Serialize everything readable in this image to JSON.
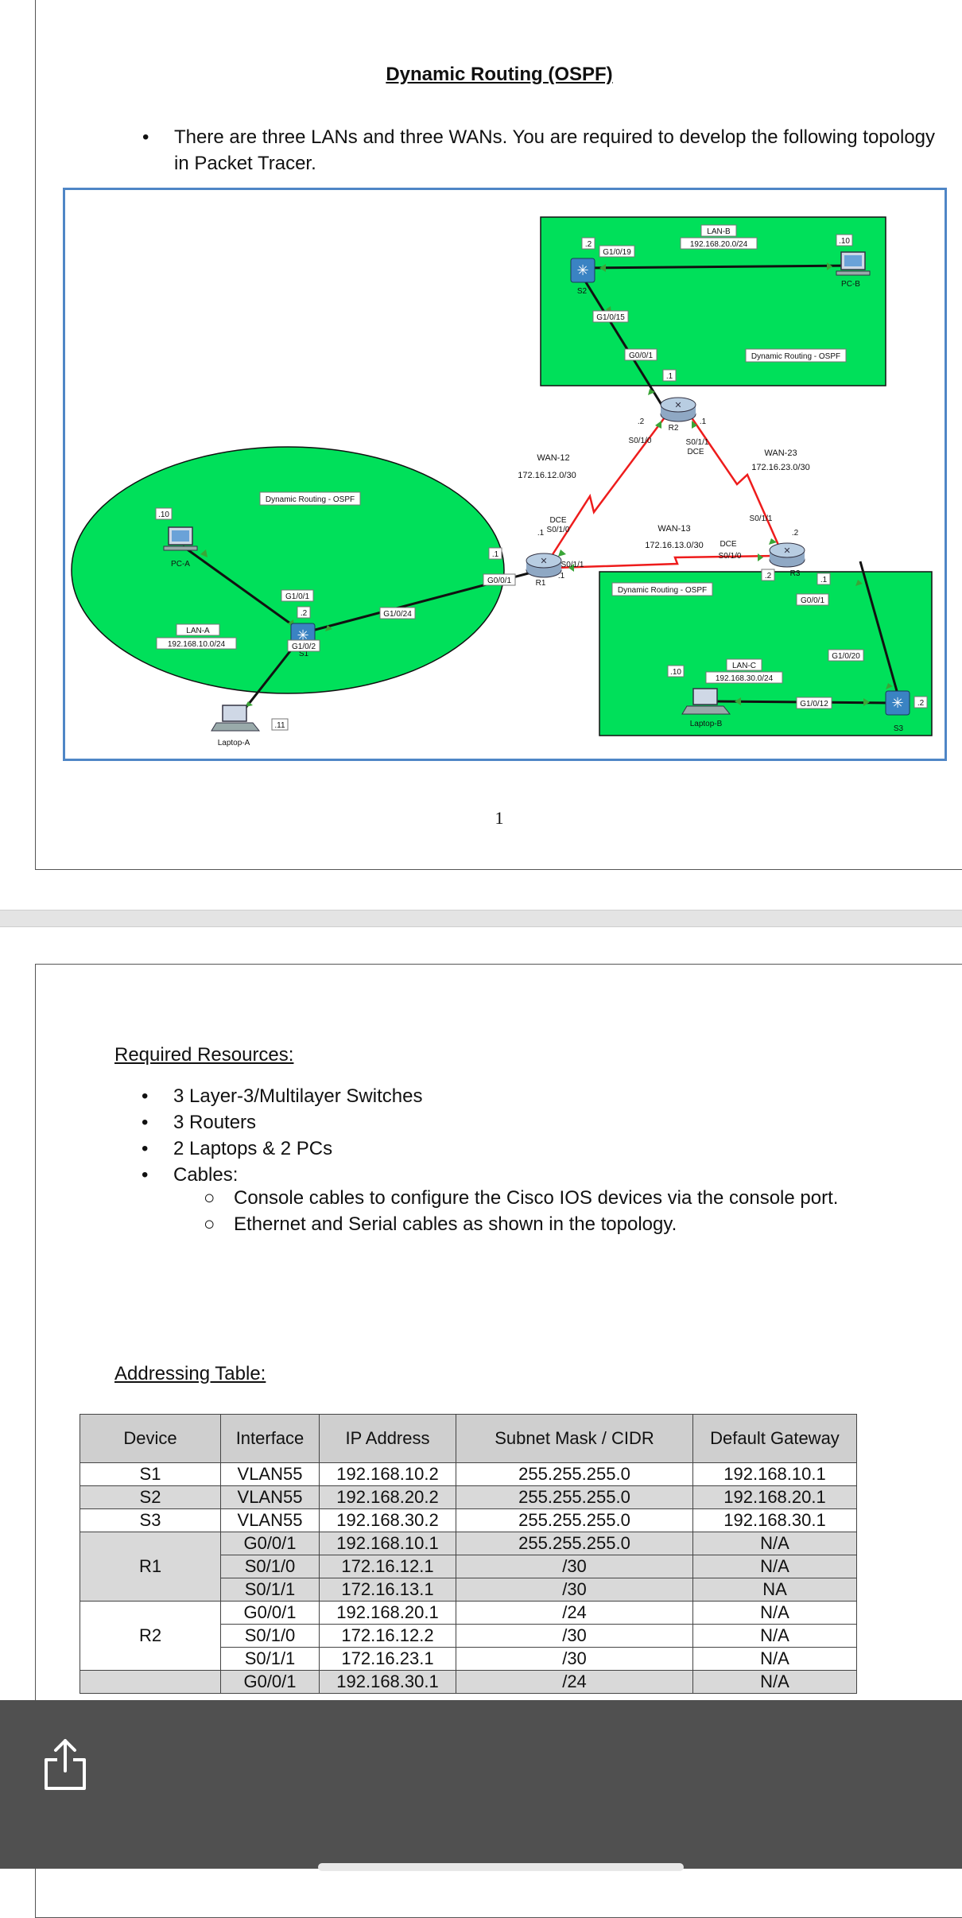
{
  "page1": {
    "title": "Dynamic Routing (OSPF)",
    "intro": "There are three LANs and three WANs. You are required to develop the following topology in Packet Tracer.",
    "page_number": "1"
  },
  "topology": {
    "lan_a": {
      "name": "LAN-A",
      "subnet": "192.168.10.0/24",
      "routing": "Dynamic Routing - OSPF"
    },
    "lan_b": {
      "name": "LAN-B",
      "subnet": "192.168.20.0/24",
      "routing": "Dynamic Routing - OSPF"
    },
    "lan_c": {
      "name": "LAN-C",
      "subnet": "192.168.30.0/24",
      "routing": "Dynamic Routing - OSPF"
    },
    "wan_12": {
      "name": "WAN-12",
      "subnet": "172.16.12.0/30"
    },
    "wan_13": {
      "name": "WAN-13",
      "subnet": "172.16.13.0/30"
    },
    "wan_23": {
      "name": "WAN-23",
      "subnet": "172.16.23.0/30"
    },
    "devices": {
      "pc_a": "PC-A",
      "pc_b": "PC-B",
      "laptop_a": "Laptop-A",
      "laptop_b": "Laptop-B",
      "s1": "S1",
      "s2": "S2",
      "s3": "S3",
      "r1": "R1",
      "r2": "R2",
      "r3": "R3"
    },
    "ports": {
      "s1_g101": "G1/0/1",
      "s1_g102": "G1/0/2",
      "s1_g1024": "G1/0/24",
      "s2_g1019": "G1/0/19",
      "s2_g1015": "G1/0/15",
      "s3_g1020": "G1/0/20",
      "s3_g1012": "G1/0/12",
      "r1_g001": "G0/0/1",
      "r1_s010": "S0/1/0",
      "r1_s011": "S0/1/1",
      "r2_g001": "G0/0/1",
      "r2_s010": "S0/1/0",
      "r2_s011": "S0/1/1",
      "r3_g001": "G0/0/1",
      "r3_s010": "S0/1/0",
      "r3_s011": "S0/1/1",
      "dce": "DCE"
    },
    "host_ids": {
      "pc_a": ".10",
      "laptop_a": ".11",
      "s1": ".2",
      "r1_g": ".1",
      "r1_s0": ".1",
      "r1_s1": ".1",
      "s2": ".2",
      "pc_b": ".10",
      "r2_g": ".1",
      "r2_s0": ".2",
      "r2_s1": ".1",
      "r3_s1": ".2",
      "r3_s0": ".2",
      "r3_g": ".1",
      "s3": ".2",
      "laptop_b": ".10"
    },
    "colors": {
      "lan_fill": "#00e05a",
      "serial": "#ee1c1c",
      "ethernet": "#111111",
      "frame": "#4f86c6"
    }
  },
  "resources": {
    "heading": "Required Resources:",
    "items": [
      "3 Layer-3/Multilayer Switches",
      "3 Routers",
      "2 Laptops & 2 PCs",
      "Cables:"
    ],
    "cables": [
      "Console cables to configure the Cisco IOS devices via the console port.",
      "Ethernet and Serial cables as shown in the topology."
    ]
  },
  "addressing": {
    "heading": "Addressing Table:",
    "columns": [
      "Device",
      "Interface",
      "IP Address",
      "Subnet Mask / CIDR",
      "Default Gateway"
    ],
    "rows": [
      {
        "device": "S1",
        "interface": "VLAN55",
        "ip": "192.168.10.2",
        "mask": "255.255.255.0",
        "gateway": "192.168.10.1"
      },
      {
        "device": "S2",
        "interface": "VLAN55",
        "ip": "192.168.20.2",
        "mask": "255.255.255.0",
        "gateway": "192.168.20.1"
      },
      {
        "device": "S3",
        "interface": "VLAN55",
        "ip": "192.168.30.2",
        "mask": "255.255.255.0",
        "gateway": "192.168.30.1"
      },
      {
        "device": "R1",
        "interface": "G0/0/1",
        "ip": "192.168.10.1",
        "mask": "255.255.255.0",
        "gateway": "N/A"
      },
      {
        "device": "",
        "interface": "S0/1/0",
        "ip": "172.16.12.1",
        "mask": "/30",
        "gateway": "N/A"
      },
      {
        "device": "",
        "interface": "S0/1/1",
        "ip": "172.16.13.1",
        "mask": "/30",
        "gateway": "NA"
      },
      {
        "device": "R2",
        "interface": "G0/0/1",
        "ip": "192.168.20.1",
        "mask": "/24",
        "gateway": "N/A"
      },
      {
        "device": "",
        "interface": "S0/1/0",
        "ip": "172.16.12.2",
        "mask": "/30",
        "gateway": "N/A"
      },
      {
        "device": "",
        "interface": "S0/1/1",
        "ip": "172.16.23.1",
        "mask": "/30",
        "gateway": "N/A"
      },
      {
        "device": "",
        "interface": "G0/0/1",
        "ip": "192.168.30.1",
        "mask": "/24",
        "gateway": "N/A"
      }
    ]
  },
  "toolbar": {
    "share_icon": "share-icon"
  }
}
